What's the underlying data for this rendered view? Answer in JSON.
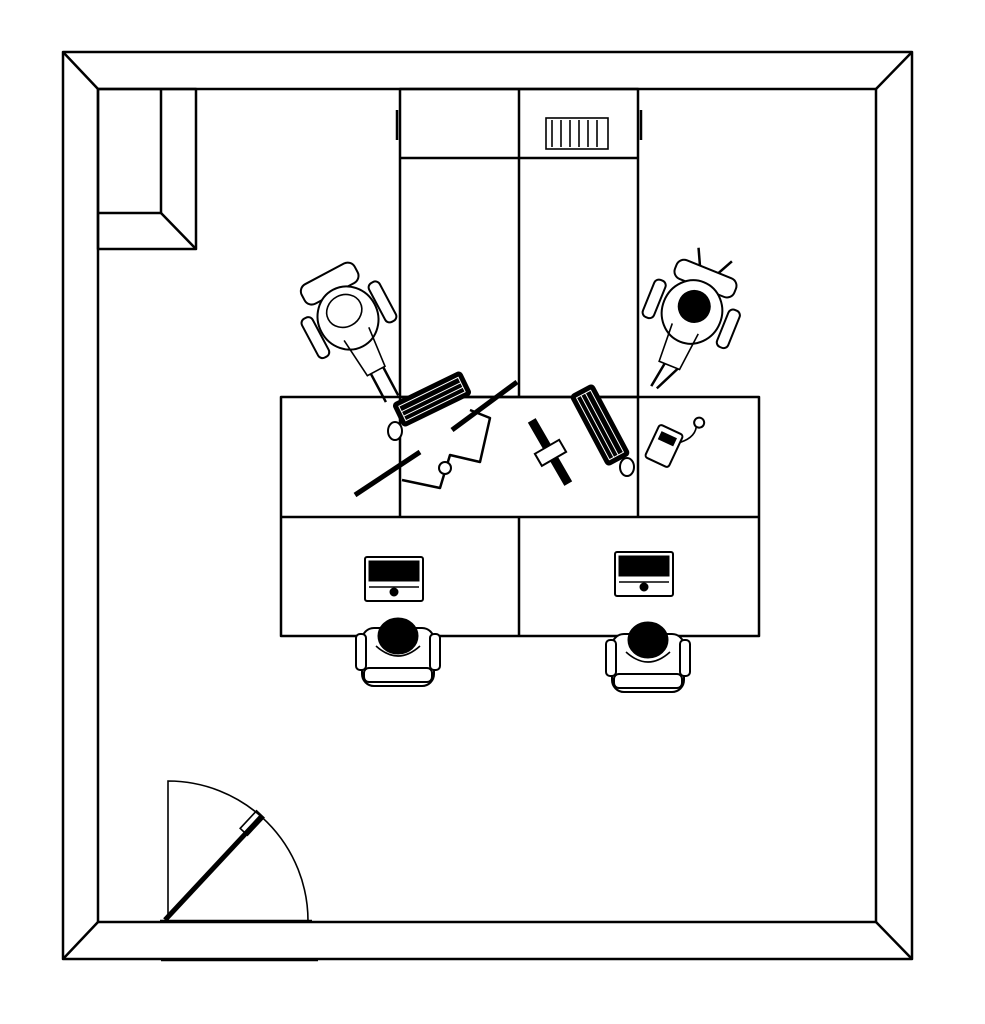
{
  "drawing": {
    "type": "office floor plan",
    "stroke_color": "#000000",
    "background_color": "#ffffff",
    "elements": {
      "workstations": 4,
      "chairs": 4,
      "people": 4,
      "keyboards": 2,
      "monitors": 2,
      "laptops": 2,
      "doors": 1,
      "shelf_units": 1,
      "phones": 1
    }
  }
}
